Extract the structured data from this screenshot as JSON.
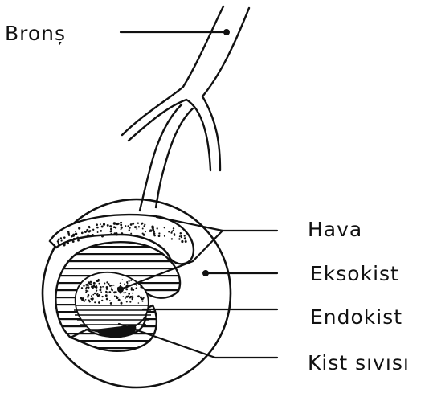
{
  "colors": {
    "ink": "#111111",
    "paper": "#ffffff"
  },
  "labels": {
    "bronchus": "Bronș",
    "air": "Hava",
    "exocyst": "Eksokist",
    "endocyst": "Endokist",
    "cyst_fluid": "Kist sıvısı"
  }
}
